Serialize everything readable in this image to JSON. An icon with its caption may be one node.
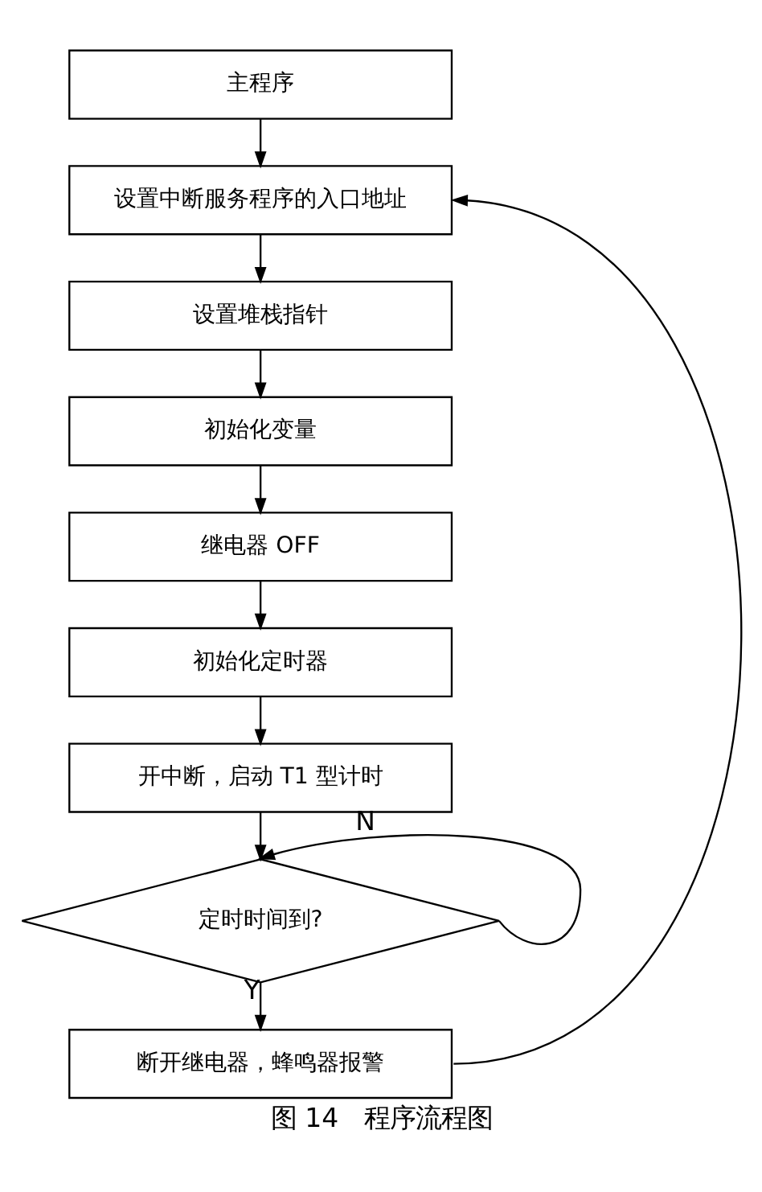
{
  "diagram": {
    "caption": "图 14　程序流程图",
    "nodes": [
      {
        "text": [
          "主程序"
        ]
      },
      {
        "text": [
          "设置中断服务程序的入口地址"
        ]
      },
      {
        "text": [
          "设置堆栈指针"
        ]
      },
      {
        "text": [
          "初始化变量"
        ]
      },
      {
        "text": [
          "继电器 OFF"
        ]
      },
      {
        "text": [
          "初始化定时器"
        ]
      },
      {
        "text": [
          "开中断，启动 T1 型计时"
        ]
      },
      {
        "text": [
          "定时时间到?"
        ]
      },
      {
        "text": [
          "断开继电器，蜂鸣器报警"
        ]
      }
    ],
    "edges": [
      {
        "from": 0,
        "to": 1,
        "arrow": "to"
      },
      {
        "from": 1,
        "to": 2,
        "arrow": "to"
      },
      {
        "from": 2,
        "to": 3,
        "arrow": "to"
      },
      {
        "from": 3,
        "to": 4,
        "arrow": "to"
      },
      {
        "from": 4,
        "to": 5,
        "arrow": "to"
      },
      {
        "from": 5,
        "to": 6,
        "arrow": "to"
      },
      {
        "from": 6,
        "to": 7,
        "arrow": "to"
      },
      {
        "from": 7,
        "to": 7,
        "arrow": "to",
        "label": "N"
      },
      {
        "from": 7,
        "to": 8,
        "arrow": "to",
        "label": "Y"
      },
      {
        "from": 8,
        "to": 1,
        "arrow": "to"
      }
    ]
  }
}
